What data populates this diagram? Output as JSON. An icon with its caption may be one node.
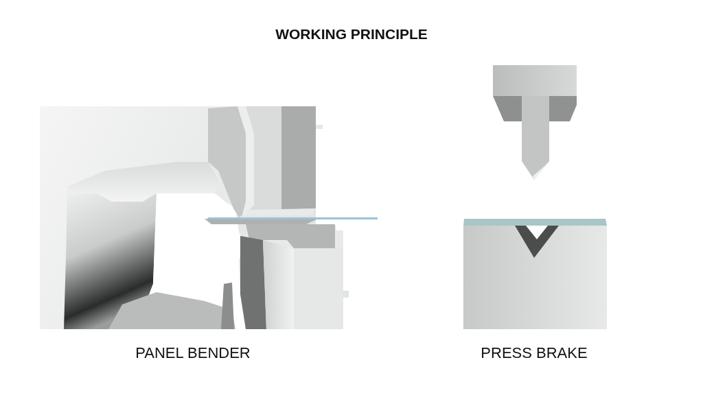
{
  "diagram": {
    "title": "WORKING PRINCIPLE",
    "labels": [
      "PANEL BENDER",
      "PRESS BRAKE"
    ]
  }
}
